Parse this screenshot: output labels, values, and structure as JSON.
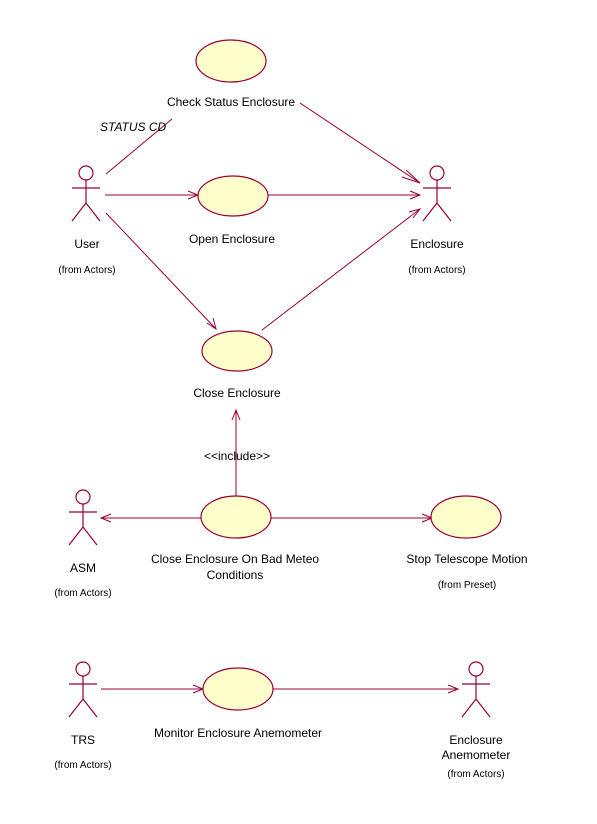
{
  "use_cases": {
    "check_status": "Check Status Enclosure",
    "open": "Open Enclosure",
    "close": "Close Enclosure",
    "close_bad_meteo_1": "Close Enclosure On Bad Meteo",
    "close_bad_meteo_2": "Conditions",
    "stop_telescope": "Stop Telescope Motion",
    "stop_telescope_pkg": "(from Preset)",
    "monitor_anemometer": "Monitor Enclosure Anemometer"
  },
  "actors": {
    "user": "User",
    "user_pkg": "(from Actors)",
    "enclosure": "Enclosure",
    "enclosure_pkg": "(from Actors)",
    "asm": "ASM",
    "asm_pkg": "(from Actors)",
    "trs": "TRS",
    "trs_pkg": "(from Actors)",
    "anemometer_1": "Enclosure",
    "anemometer_2": "Anemometer",
    "anemometer_pkg": "(from Actors)"
  },
  "relations": {
    "status_label": "STATUS CD",
    "include_label": "<<include>>"
  },
  "colors": {
    "usecase_fill": "#ffffcc",
    "line": "#990033"
  }
}
